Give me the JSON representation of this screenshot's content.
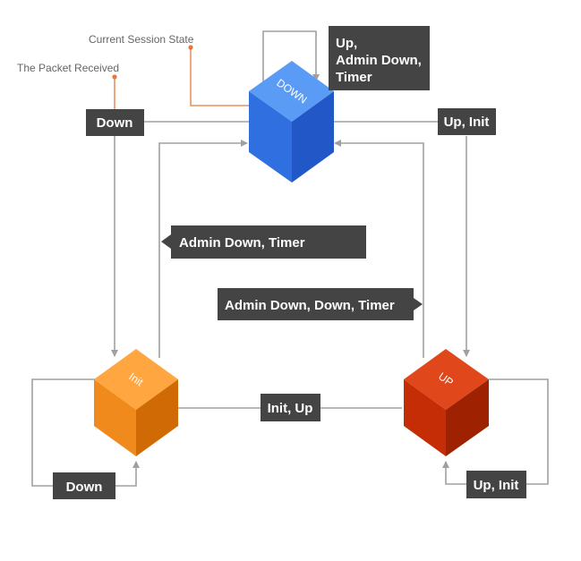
{
  "annotations": {
    "current_session_state": "Current Session State",
    "packet_received": "The Packet Received"
  },
  "states": {
    "down": "DOWN",
    "init": "Init",
    "up": "UP"
  },
  "labels": {
    "down_self_loop": [
      "Up,",
      "Admin Down,",
      "Timer"
    ],
    "down_in": "Down",
    "up_init_top": "Up, Init",
    "admin_down_timer": "Admin Down, Timer",
    "admin_down_down_timer": "Admin Down, Down, Timer",
    "init_up": "Init, Up",
    "down_init_loop": "Down",
    "up_init_loop": "Up, Init"
  },
  "colors": {
    "label_bg": "#444444",
    "line": "#a0a0a0",
    "annotation_line": "#e8773a",
    "down_top": "#5a9cf5",
    "down_left": "#2f6fe0",
    "down_right": "#2257c7",
    "init_top": "#ffa640",
    "init_left": "#f08a1c",
    "init_right": "#cf6a05",
    "up_top": "#e0481c",
    "up_left": "#c42d05",
    "up_right": "#9e2202"
  }
}
